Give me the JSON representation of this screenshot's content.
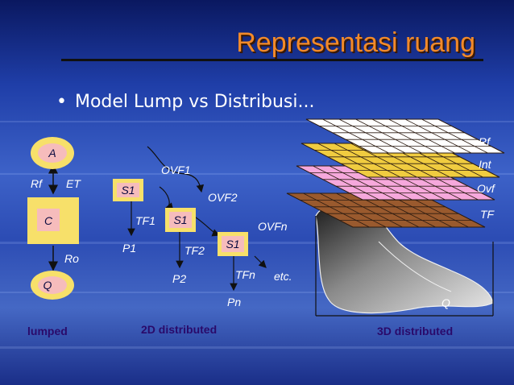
{
  "title": "Representasi ruang",
  "bullet": "Model Lump vs Distribusi...",
  "lumped": {
    "top_node": "A",
    "mid_node": "C",
    "bottom_node": "Q",
    "flux_left": "Rf",
    "flux_right": "ET",
    "outflow": "Ro",
    "caption": "lumped"
  },
  "distributed_2d": {
    "cells": [
      "S1",
      "S1",
      "S1"
    ],
    "overland": [
      "OVF1",
      "OVF2",
      "OVFn"
    ],
    "transfer": [
      "TF1",
      "TF2",
      "TFn"
    ],
    "percolation": [
      "P1",
      "P2",
      "Pn"
    ],
    "continuation": "etc.",
    "caption": "2D distributed"
  },
  "distributed_3d": {
    "layers": [
      "Rf",
      "Int",
      "Ovf",
      "TF"
    ],
    "layer_colors": [
      "#ffffff",
      "#f0cc40",
      "#f6a8dc",
      "#9a5a2e"
    ],
    "outlet": "Q",
    "caption": "3D distributed"
  },
  "colors": {
    "title": "#f28a2a",
    "box_outer": "#f7e06a",
    "box_inner": "#f6bcbc",
    "caption": "#2a0a6a"
  }
}
